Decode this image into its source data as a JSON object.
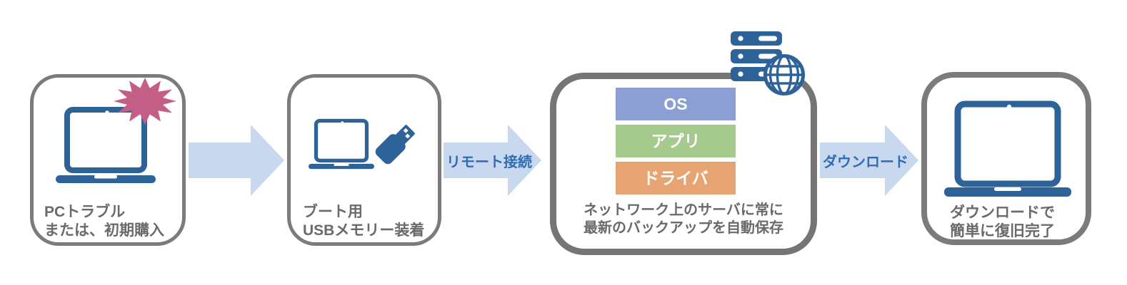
{
  "steps": [
    {
      "lines": [
        "PCトラブル",
        "または、初期購入"
      ]
    },
    {
      "lines": [
        "ブート用",
        "USBメモリー装着"
      ]
    },
    {
      "lines": [
        "ネットワーク上のサーバに常に",
        "最新のバックアップを自動保存"
      ],
      "layers": [
        {
          "label": "OS",
          "color": "#8c9fd4"
        },
        {
          "label": "アプリ",
          "color": "#a6c98e"
        },
        {
          "label": "ドライバ",
          "color": "#e7a473"
        }
      ]
    },
    {
      "lines": [
        "ダウンロードで",
        "簡単に復旧完了"
      ]
    }
  ],
  "arrows": [
    {
      "label": ""
    },
    {
      "label": "リモート接続"
    },
    {
      "label": "ダウンロード"
    }
  ],
  "colors": {
    "icon_blue": "#2e6399",
    "arrow_fill": "#c8d8ee",
    "arrow_label_blue": "#2e6cb3",
    "caption_gray": "#6a6a6a",
    "border_gray": "#7b7b7b",
    "burst_pink": "#c55e86",
    "layer_os": "#8c9fd4",
    "layer_app": "#a6c98e",
    "layer_driver": "#e7a473"
  }
}
